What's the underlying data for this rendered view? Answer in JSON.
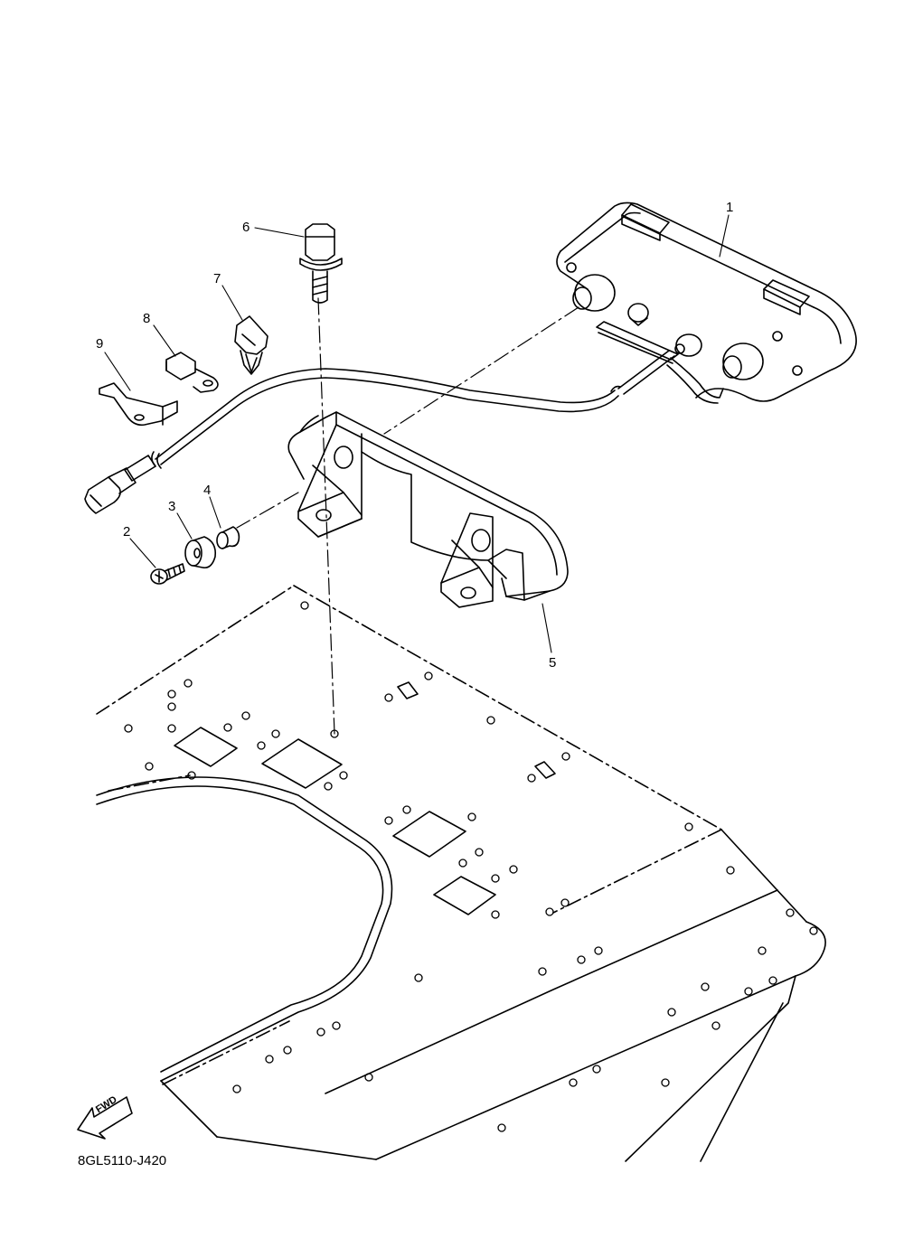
{
  "diagram": {
    "drawing_code": "8GL5110-J420",
    "fwd_label": "FWD",
    "callouts": [
      {
        "id": "1",
        "label": "1"
      },
      {
        "id": "2",
        "label": "2"
      },
      {
        "id": "3",
        "label": "3"
      },
      {
        "id": "4",
        "label": "4"
      },
      {
        "id": "5",
        "label": "5"
      },
      {
        "id": "6",
        "label": "6"
      },
      {
        "id": "7",
        "label": "7"
      },
      {
        "id": "8",
        "label": "8"
      },
      {
        "id": "9",
        "label": "9"
      }
    ]
  }
}
